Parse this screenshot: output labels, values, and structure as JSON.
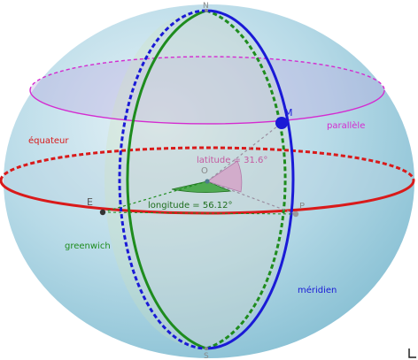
{
  "labels": {
    "north": "N",
    "south": "S",
    "origin": "O",
    "point_m": "M",
    "point_e": "E",
    "point_p": "P",
    "equator": "équateur",
    "parallel": "parallèle",
    "greenwich": "greenwich",
    "meridian": "méridien",
    "latitude": "latitude = 31.6°",
    "longitude": "longitude = 56.12°"
  },
  "values": {
    "latitude_deg": 31.6,
    "longitude_deg": 56.12
  },
  "colors": {
    "sphere_light": "#dfeef5",
    "sphere_dark": "#8ec3d6",
    "equator": "#d91a1a",
    "parallel": "#d42bd0",
    "greenwich": "#1e8c1e",
    "meridian": "#1a1ad6",
    "latitude_sector": "#d4a3c8",
    "longitude_sector": "#3aa13a",
    "construction": "#9a8fa0",
    "label_grey": "#8a8a8a"
  }
}
